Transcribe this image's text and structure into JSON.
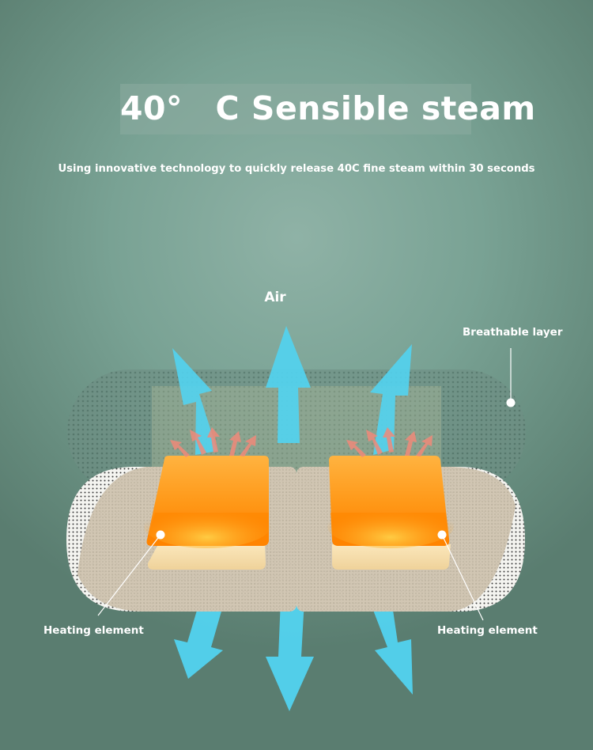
{
  "title": {
    "text": "40°　C Sensible steam"
  },
  "subtitle": "Using innovative technology to quickly release 40C fine steam within 30 seconds",
  "labels": {
    "air": "Air",
    "breathable_layer": "Breathable layer",
    "heating_element_left": "Heating element",
    "heating_element_right": "Heating element"
  },
  "colors": {
    "background": "#7ba395",
    "arrow": "#52d3ef",
    "heater_orange": "#ff9a1a",
    "heater_base": "#f6deaa",
    "fabric": "#cfc4b0"
  }
}
